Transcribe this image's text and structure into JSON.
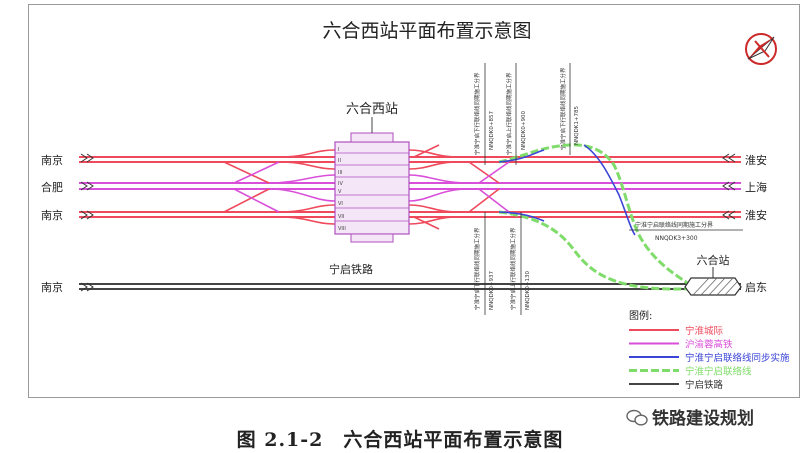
{
  "diagram": {
    "title": "六合西站平面布置示意图",
    "station_main": "六合西站",
    "station_small": "六合站",
    "station_rail_label": "宁启铁路",
    "ends": {
      "left": [
        "南京",
        "合肥",
        "南京",
        "南京"
      ],
      "right": [
        "淮安",
        "上海",
        "淮安",
        "启东"
      ]
    },
    "vertical_notes": [
      "宁淮宁启下行联络线同期施工分界",
      "宁淮宁启上行联络线同期施工分界",
      "宁淮宁启下行联络线同期施工分界",
      "宁淮宁启下行联络线同期施工分界",
      "宁淮宁启上行联络线同期施工分界"
    ],
    "mileage_notes": [
      "NNQDK0+857",
      "NNQDK0+900",
      "NNQDK1+785",
      "NNQDK0+937",
      "NNQDK0+130"
    ],
    "horizontal_note": "宁淮宁启联络线同期施工分界",
    "horizontal_mileage": "NNQDK3+300",
    "platform_labels": [
      "I",
      "II",
      "III",
      "IV",
      "V",
      "VI",
      "VII",
      "VIII"
    ],
    "legend": {
      "title": "图例:",
      "items": [
        {
          "label": "宁淮城际",
          "color": "#ee4a5c"
        },
        {
          "label": "沪渝蓉高铁",
          "color": "#d94fd9"
        },
        {
          "label": "宁淮宁启联络线同步实施",
          "color": "#3a44d6"
        },
        {
          "label": "宁淮宁启联络线",
          "color": "#7fdc6a"
        },
        {
          "label": "宁启铁路",
          "color": "#444444"
        }
      ]
    }
  },
  "caption": "图 2.1-2　六合西站平面布置示意图",
  "watermark": "铁路建设规划",
  "colors": {
    "intercity": "#ee4a5c",
    "hsr": "#d94fd9",
    "link_sync": "#3a44d6",
    "link": "#7fdc6a",
    "railway": "#444444"
  }
}
